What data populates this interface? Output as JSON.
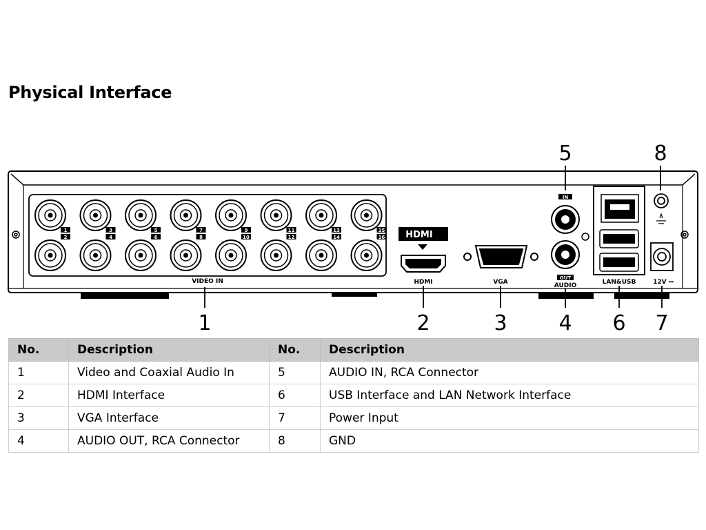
{
  "title": "Physical Interface",
  "panel": {
    "video_in_label": "VIDEO IN",
    "hdmi_logo": "HDMI",
    "hdmi_label": "HDMI",
    "vga_label": "VGA",
    "audio_in_tag": "IN",
    "audio_out_tag": "OUT",
    "audio_label": "AUDIO",
    "lan_usb_label": "LAN&USB",
    "power_label": "12V ⎓",
    "channel_numbers": [
      "1",
      "2",
      "3",
      "4",
      "5",
      "6",
      "7",
      "8",
      "9",
      "10",
      "11",
      "12",
      "13",
      "14",
      "15",
      "16"
    ],
    "callouts": [
      "1",
      "2",
      "3",
      "4",
      "5",
      "6",
      "7",
      "8"
    ]
  },
  "table": {
    "headers": [
      "No.",
      "Description",
      "No.",
      "Description"
    ],
    "rows": [
      [
        "1",
        "Video and Coaxial Audio In",
        "5",
        "AUDIO IN, RCA Connector"
      ],
      [
        "2",
        "HDMI Interface",
        "6",
        "USB Interface and LAN Network Interface"
      ],
      [
        "3",
        "VGA Interface",
        "7",
        "Power Input"
      ],
      [
        "4",
        "AUDIO OUT, RCA Connector",
        "8",
        "GND"
      ]
    ]
  }
}
